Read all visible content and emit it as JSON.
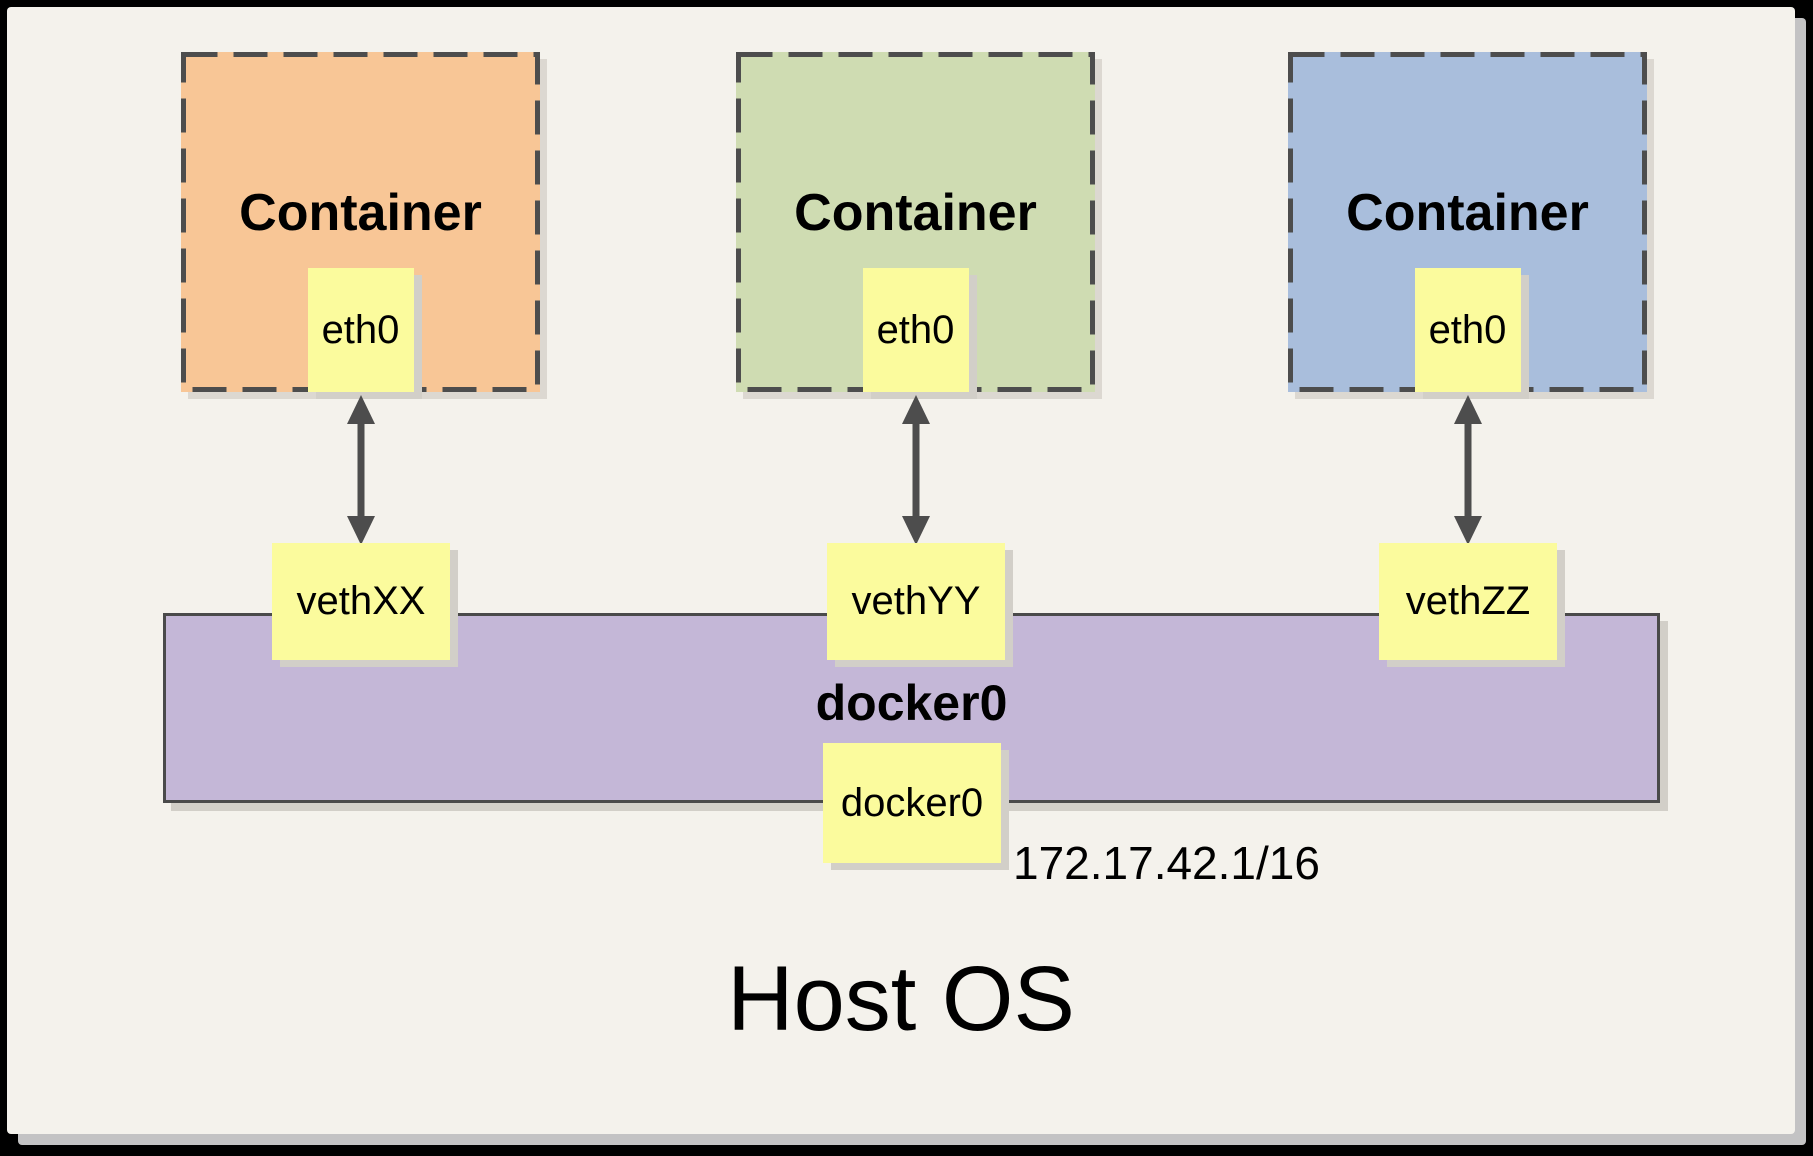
{
  "host": {
    "title": "Host OS"
  },
  "containers": [
    {
      "title": "Container",
      "interface": "eth0",
      "veth": "vethXX",
      "fill": "#F8C696"
    },
    {
      "title": "Container",
      "interface": "eth0",
      "veth": "vethYY",
      "fill": "#CFDCB2"
    },
    {
      "title": "Container",
      "interface": "eth0",
      "veth": "vethZZ",
      "fill": "#A9BEDC"
    }
  ],
  "bridge": {
    "name": "docker0",
    "interface": "docker0",
    "ip": "172.17.42.1/16",
    "fill": "#C4B7D7"
  },
  "colors": {
    "canvas": "#F4F2EC",
    "note_fill": "#FBFB9D",
    "line": "#4D4D4D"
  }
}
